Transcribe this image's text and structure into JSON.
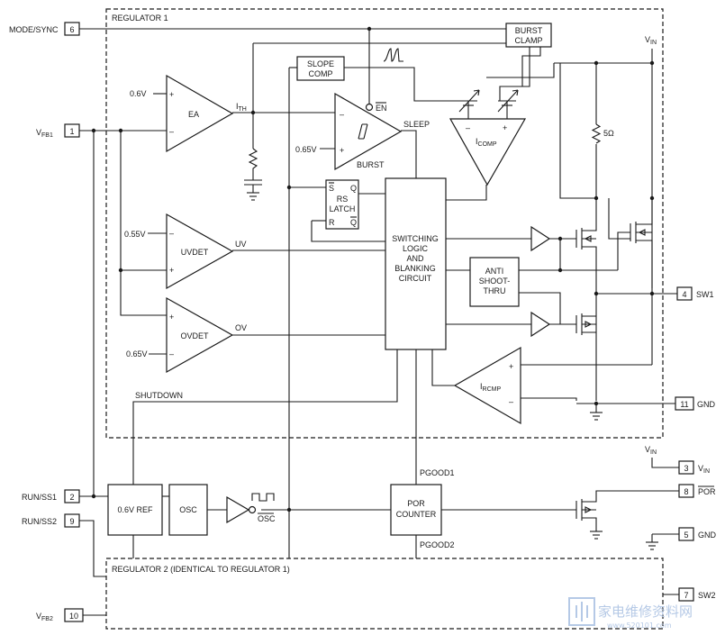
{
  "regulator1": {
    "title": "REGULATOR 1"
  },
  "regulator2": {
    "title": "REGULATOR 2 (IDENTICAL TO REGULATOR 1)"
  },
  "pins": [
    {
      "num": "6",
      "name": "MODE/SYNC"
    },
    {
      "num": "1",
      "name": "V",
      "sub": "FB1"
    },
    {
      "num": "2",
      "name": "RUN/SS1"
    },
    {
      "num": "9",
      "name": "RUN/SS2"
    },
    {
      "num": "10",
      "name": "V",
      "sub": "FB2"
    },
    {
      "num": "4",
      "name": "SW1"
    },
    {
      "num": "11",
      "name": "GND"
    },
    {
      "num": "3",
      "name": "V",
      "sub": "IN"
    },
    {
      "num": "8",
      "name": "POR"
    },
    {
      "num": "5",
      "name": "GND"
    },
    {
      "num": "7",
      "name": "SW2"
    }
  ],
  "blocks": {
    "burst_clamp": [
      "BURST",
      "CLAMP"
    ],
    "slope_comp": [
      "SLOPE",
      "COMP"
    ],
    "ea": "EA",
    "burst": "BURST",
    "rs_latch": {
      "title": [
        "RS",
        "LATCH"
      ],
      "s": "S",
      "q": "Q",
      "r": "R",
      "qbar": "Q"
    },
    "switching": [
      "SWITCHING",
      "LOGIC",
      "AND",
      "BLANKING",
      "CIRCUIT"
    ],
    "icomp": {
      "main": "I",
      "sub": "COMP"
    },
    "uvdet": "UVDET",
    "ovdet": "OVDET",
    "anti_shoot": [
      "ANTI",
      "SHOOT-",
      "THRU"
    ],
    "ircmp": {
      "main": "I",
      "sub": "RCMP"
    },
    "ref": "0.6V REF",
    "osc": "OSC",
    "por_counter": [
      "POR",
      "COUNTER"
    ]
  },
  "signals": {
    "ith": {
      "main": "I",
      "sub": "TH"
    },
    "en": "EN",
    "sleep": "SLEEP",
    "uv": "UV",
    "ov": "OV",
    "shutdown": "SHUTDOWN",
    "pgood1": "PGOOD1",
    "pgood2": "PGOOD2",
    "osc_out": "OSC",
    "resistor": "5Ω",
    "vin": {
      "main": "V",
      "sub": "IN"
    }
  },
  "refs": {
    "ea": "0.6V",
    "burst": "0.65V",
    "uvdet": "0.55V",
    "ovdet": "0.65V"
  },
  "op_signs": {
    "plus": "+",
    "minus": "–"
  },
  "watermark": {
    "text": "家电维修资料网",
    "url": "www.520101.com"
  },
  "colors": {
    "line": "#1a1a1a",
    "watermark": "#b5c9e6"
  }
}
